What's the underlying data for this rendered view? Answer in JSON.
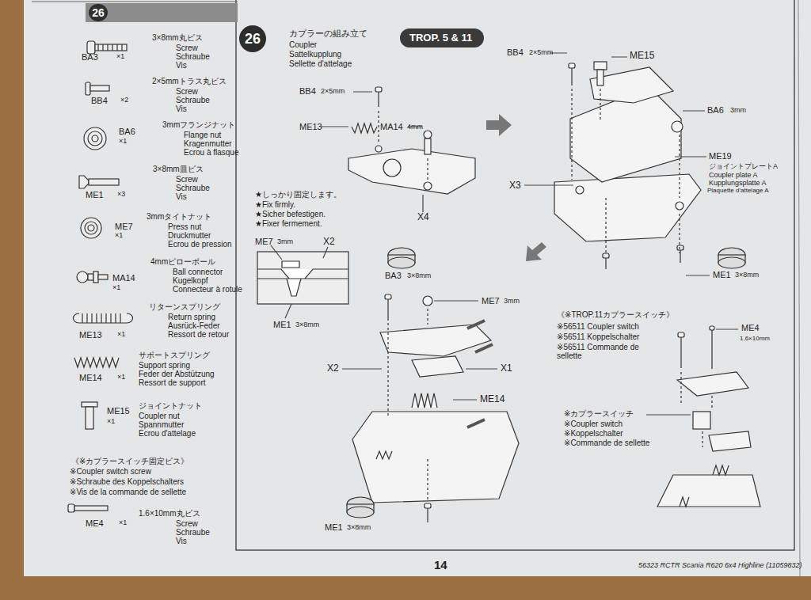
{
  "diagram": {
    "nodes": [
      {
        "text": [
          "26"
        ]
      },
      {
        "text": [
          "26"
        ]
      },
      {
        "text": [
          "TROP. 5 & 11"
        ]
      }
    ],
    "labels": [
      "3×8mm丸ビス",
      "Screw",
      "Schraube",
      "Vis",
      "BA3",
      "×1",
      "2×5mmトラス丸ビス",
      "Screw",
      "Schraube",
      "Vis",
      "BB4",
      "×2",
      "3mmフランジナット",
      "Flange nut",
      "Kragenmutter",
      "Ecrou à flasque",
      "BA6",
      "×1",
      "3×8mm皿ビス",
      "Screw",
      "Schraube",
      "Vis",
      "ME1",
      "×3",
      "3mmタイトナット",
      "Press nut",
      "Druckmutter",
      "Ecrou de pression",
      "ME7",
      "×1",
      "4mmピローボール",
      "Ball connector",
      "Kugelkopf",
      "Connecteur à rotule",
      "MA14",
      "×1",
      "リターンスプリング",
      "Return spring",
      "Ausrück-Feder",
      "Ressort de retour",
      "ME13",
      "×1",
      "サポートスプリング",
      "Support spring",
      "Feder der Abstützung",
      "Ressort de support",
      "ME14",
      "×1",
      "ジョイントナット",
      "Coupler nut",
      "Spannmutter",
      "Ecrou d'attelage",
      "ME15",
      "×1",
      "《※カプラースイッチ固定ビス》",
      "※Coupler switch screw",
      "※Schraube des Koppelschalters",
      "※Vis de la commande de sellette",
      "1.6×10mm丸ビス",
      "Screw",
      "Schraube",
      "Vis",
      "ME4",
      "×1",
      "カプラーの組み立て",
      "Coupler",
      "Sattelkupplung",
      "Sellette d'attelage",
      "BB4",
      "2×5mm",
      "ME13",
      "MA14",
      "4mm",
      "X4",
      "★しっかり固定します。",
      "★Fix firmly.",
      "★Sicher befestigen.",
      "★Fixer fermement.",
      "ME7",
      "3mm",
      "X2",
      "ME1",
      "3×8mm",
      "BB4",
      "2×5mm",
      "ME15",
      "BA6",
      "3mm",
      "ME19",
      "ジョイントプレートA",
      "Coupler plate A",
      "Kupplungsplatte A",
      "Plaquette d'attelage A",
      "X3",
      "ME1",
      "3×8mm",
      "BA3",
      "3×8mm",
      "ME7",
      "3mm",
      "X2",
      "X1",
      "ME14",
      "ME1",
      "3×8mm",
      "《※TROP.11カプラースイッチ》",
      "※56511 Coupler switch",
      "※56511 Koppelschalter",
      "※56511 Commande de sellette",
      "ME4",
      "1.6×10mm",
      "※カプラースイッチ",
      "※Coupler switch",
      "※Koppelschalter",
      "※Commande de sellette",
      "14",
      "56323 RCTR Scania R620 6x4 Highline (11059832)"
    ]
  }
}
